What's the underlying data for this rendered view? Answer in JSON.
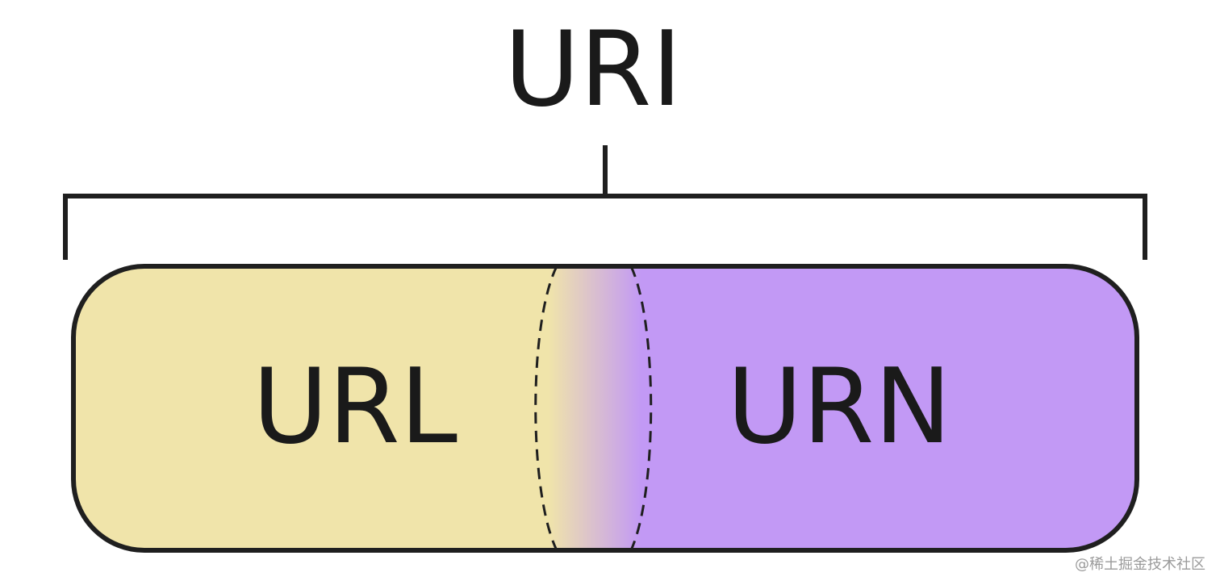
{
  "diagram": {
    "title": "URI",
    "left_segment": {
      "label": "URL",
      "color": "#f0e4aa"
    },
    "right_segment": {
      "label": "URN",
      "color": "#c299f5"
    },
    "overlap_gradient": [
      "#f0e4aa",
      "#c299f5"
    ],
    "stroke_color": "#1f1f1f"
  },
  "watermark": {
    "text": "@稀土掘金技术社区"
  }
}
